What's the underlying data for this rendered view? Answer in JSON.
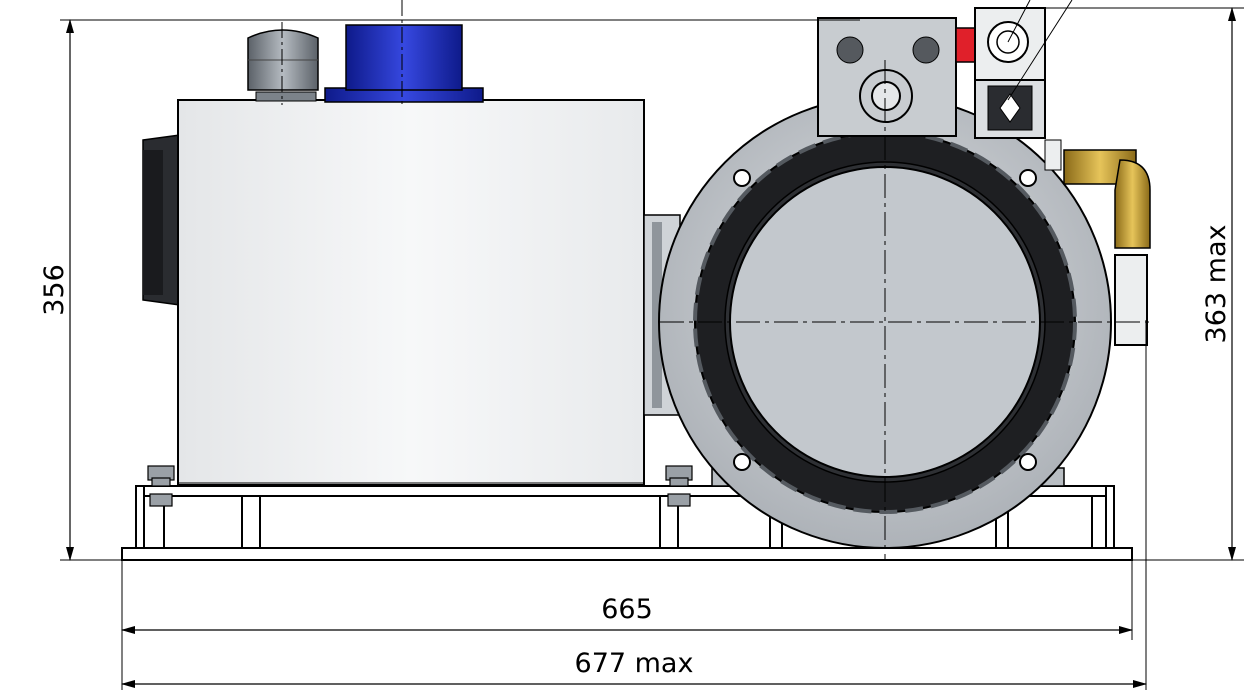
{
  "dimensions": {
    "height_left": "356",
    "height_right": "363 max",
    "width_base": "665",
    "width_overall": "677 max"
  },
  "colors": {
    "reservoir": "#f2f3f4",
    "motor_gray": "#c9cdd2",
    "winding_dark": "#1e1f22",
    "filler_cap_blue": "#1f2fb8",
    "breather_gray": "#8d949b",
    "valve_red": "#e0202a",
    "fitting_brass": "#c8a23a",
    "frame": "#ffffff",
    "line": "#000000"
  }
}
